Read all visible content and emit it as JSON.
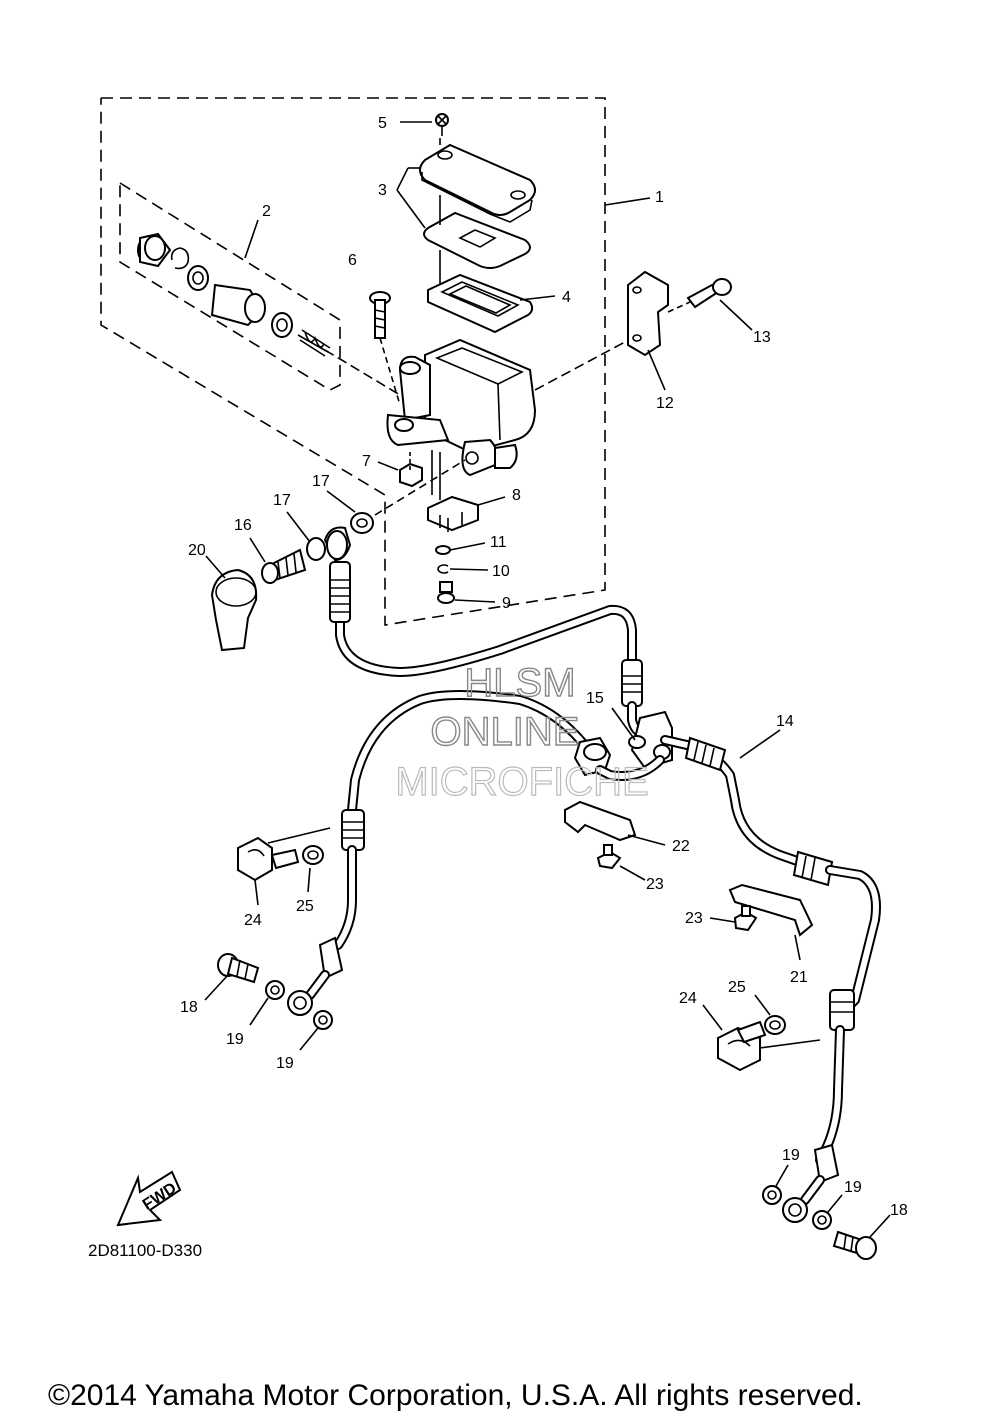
{
  "callouts": {
    "c1": "1",
    "c2": "2",
    "c3": "3",
    "c4": "4",
    "c5": "5",
    "c6": "6",
    "c7": "7",
    "c8": "8",
    "c9": "9",
    "c10": "10",
    "c11": "11",
    "c12": "12",
    "c13": "13",
    "c14": "14",
    "c15": "15",
    "c16": "16",
    "c17a": "17",
    "c17b": "17",
    "c18a": "18",
    "c18b": "18",
    "c19a": "19",
    "c19b": "19",
    "c19c": "19",
    "c19d": "19",
    "c20": "20",
    "c21": "21",
    "c22": "22",
    "c23a": "23",
    "c23b": "23",
    "c24a": "24",
    "c24b": "24",
    "c25a": "25",
    "c25b": "25"
  },
  "watermark": {
    "line1": "HLSM",
    "line2": "ONLINE",
    "line3": "MICROFICHE"
  },
  "fwd_arrow_label": "FWD",
  "diagram_code": "2D81100-D330",
  "copyright": "©2014 Yamaha Motor Corporation, U.S.A. All rights reserved."
}
